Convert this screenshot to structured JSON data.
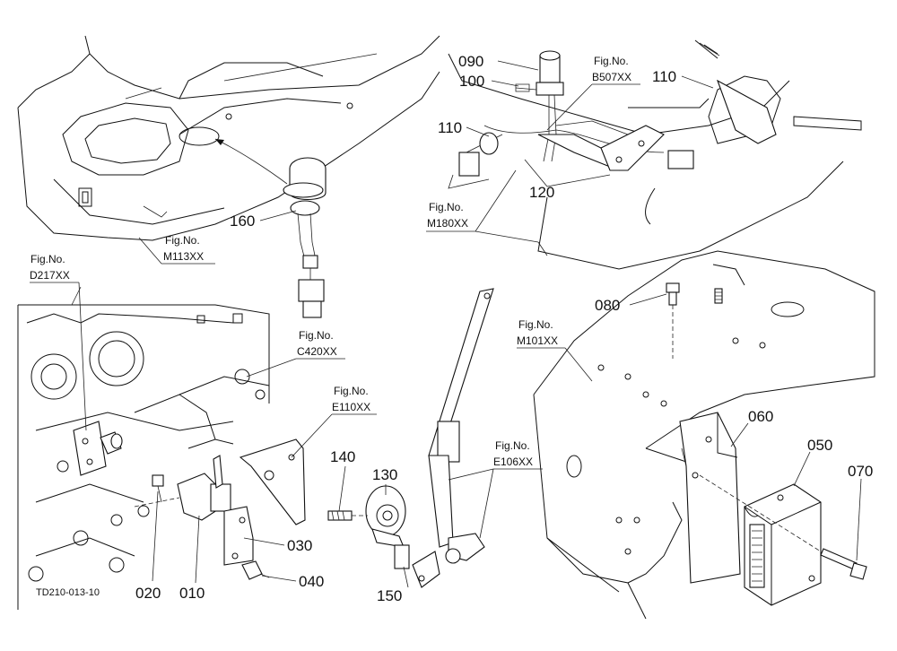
{
  "diagram": {
    "code": "TD210-013-10",
    "part_numbers": {
      "p010": "010",
      "p020": "020",
      "p030": "030",
      "p040": "040",
      "p050": "050",
      "p060": "060",
      "p070": "070",
      "p080": "080",
      "p090": "090",
      "p100": "100",
      "p110a": "110",
      "p110b": "110",
      "p120": "120",
      "p130": "130",
      "p140": "140",
      "p150": "150",
      "p160": "160"
    },
    "figure_refs": {
      "b507": {
        "line1": "Fig.No.",
        "line2": "B507XX"
      },
      "m180": {
        "line1": "Fig.No.",
        "line2": "M180XX"
      },
      "m113": {
        "line1": "Fig.No.",
        "line2": "M113XX"
      },
      "d217": {
        "line1": "Fig.No.",
        "line2": "D217XX"
      },
      "c420": {
        "line1": "Fig.No.",
        "line2": "C420XX"
      },
      "e110": {
        "line1": "Fig.No.",
        "line2": "E110XX"
      },
      "m101": {
        "line1": "Fig.No.",
        "line2": "M101XX"
      },
      "e106": {
        "line1": "Fig.No.",
        "line2": "E106XX"
      }
    }
  }
}
